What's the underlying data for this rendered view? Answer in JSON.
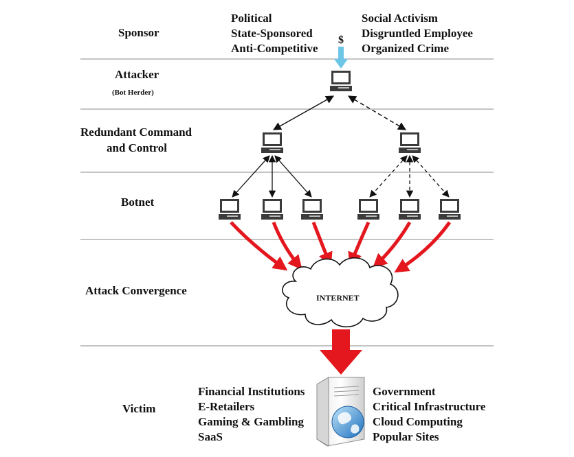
{
  "tiers": {
    "sponsor": "Sponsor",
    "attacker": "Attacker",
    "attacker_sub": "(Bot Herder)",
    "cnc_line1": "Redundant Command",
    "cnc_line2": "and Control",
    "botnet": "Botnet",
    "convergence": "Attack Convergence",
    "victim": "Victim"
  },
  "sponsor_motives_left": [
    "Political",
    "State-Sponsored",
    "Anti-Competitive"
  ],
  "sponsor_motives_right": [
    "Social Activism",
    "Disgruntled Employee",
    "Organized Crime"
  ],
  "money_symbol": "$",
  "internet_label": "INTERNET",
  "victims_left": [
    "Financial Institutions",
    "E-Retailers",
    "Gaming & Gambling",
    "SaaS"
  ],
  "victims_right": [
    "Government",
    "Critical Infrastructure",
    "Cloud Computing",
    "Popular Sites"
  ],
  "colors": {
    "attack_red": "#e3171d",
    "money_blue": "#6ec6e6",
    "separator": "#c4c4c4",
    "computer_dark": "#3b3b3b"
  },
  "icons": {
    "computer": "computer-icon",
    "cloud": "cloud-icon",
    "server": "server-icon",
    "globe": "globe-icon"
  }
}
